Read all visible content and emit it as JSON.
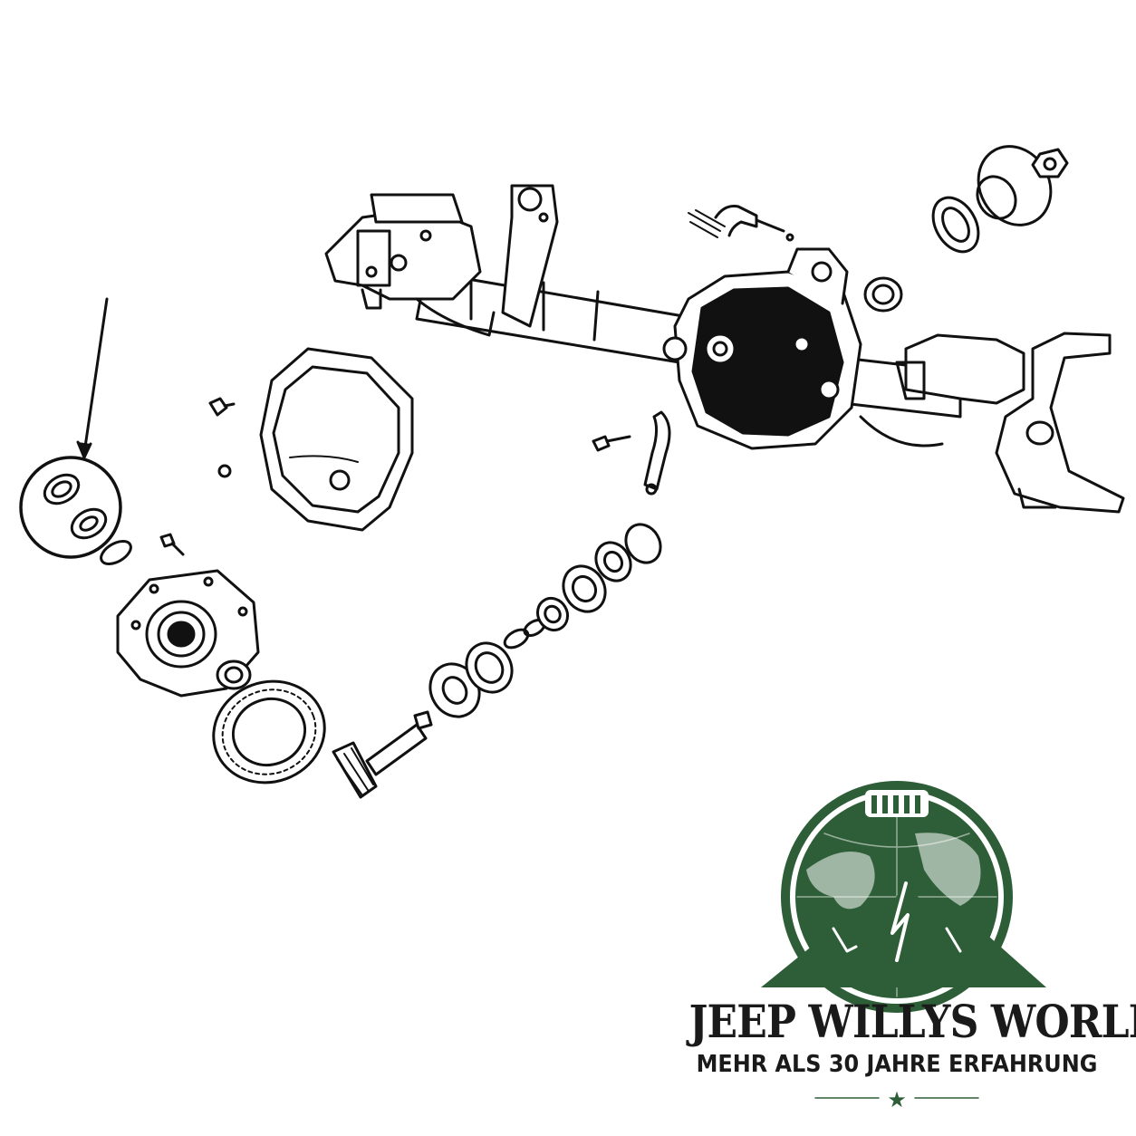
{
  "diagram": {
    "subject": "front-axle-exploded-view",
    "highlight": "circled-bearing-race-and-seal"
  },
  "colors": {
    "line": "#111111",
    "paper": "#ffffff",
    "brand_green": "#2e5e37",
    "brand_text": "#1a1a1a"
  },
  "brand": {
    "name": "JEEP WILLYS WORLD",
    "tagline": "MEHR ALS 30 JAHRE ERFAHRUNG",
    "ornament": "★"
  }
}
